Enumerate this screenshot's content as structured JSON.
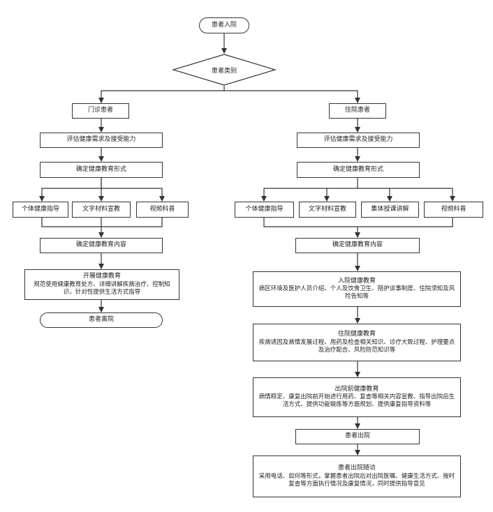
{
  "nodes": {
    "admission": "患者入院",
    "category": "患者类别",
    "outpatient": "门诊患者",
    "inpatient": "住院患者",
    "op_assess": "评估健康需求及接受能力",
    "ip_assess": "评估健康需求及接受能力",
    "op_form": "确定健康教育形式",
    "ip_form": "确定健康教育形式",
    "op_individual": "个体健康指导",
    "op_written": "文字材料宣教",
    "op_video": "视频科普",
    "ip_individual": "个体健康指导",
    "ip_written": "文字材料宣教",
    "ip_group": "集体授课讲解",
    "ip_video": "视频科普",
    "op_content": "确定健康教育内容",
    "ip_content": "确定健康教育内容",
    "op_edu_title": "开展健康教育",
    "op_edu_body": "规范使用健康教育处方、详细讲解疾病治疗、控制知识，针对性提供生活方式指导",
    "op_leave": "患者离院",
    "ip_admit_title": "入院健康教育",
    "ip_admit_body": "病区环境及医护人员介绍、个人及饮食卫生、陪护谈事制度、住院须知及风险告知等",
    "ip_stay_title": "住院健康教育",
    "ip_stay_body": "疾病诱因及病情发展过程、用药及检查相关知识、诊疗大致过程、护理要点及治疗配合、风险防范知识等",
    "ip_pre_title": "出院前健康教育",
    "ip_pre_body": "病情稳定、康复出院前开始进行用药、复查等相关内容宣教、指导出院后生活方式、提供功能锻炼等方面规划、提供康复指导资料等",
    "ip_discharge": "患者出院",
    "ip_follow_title": "患者出院随访",
    "ip_follow_body": "采用电话、如何等形式，掌握患者出院后对出院医嘱、健康生活方式、按时复查等方面执行情况及康复情况，同时提供指导意见"
  }
}
